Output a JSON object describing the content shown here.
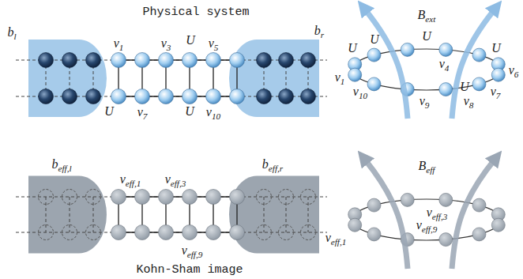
{
  "diagram": {
    "labels": [
      "Physical system",
      "bl",
      "br",
      "v1",
      "v3",
      "U",
      "v5",
      "U",
      "v7",
      "U",
      "v10",
      "Bext",
      "U",
      "U",
      "U",
      "U",
      "v4",
      "v1",
      "v10",
      "v9",
      "v8",
      "U",
      "v7",
      "v6",
      "beff,l",
      "beff,r",
      "veff,1",
      "veff,3",
      "veff,9",
      "Kohn-Sham image",
      "Beff",
      "veff,3",
      "veff,1",
      "veff,9"
    ]
  }
}
